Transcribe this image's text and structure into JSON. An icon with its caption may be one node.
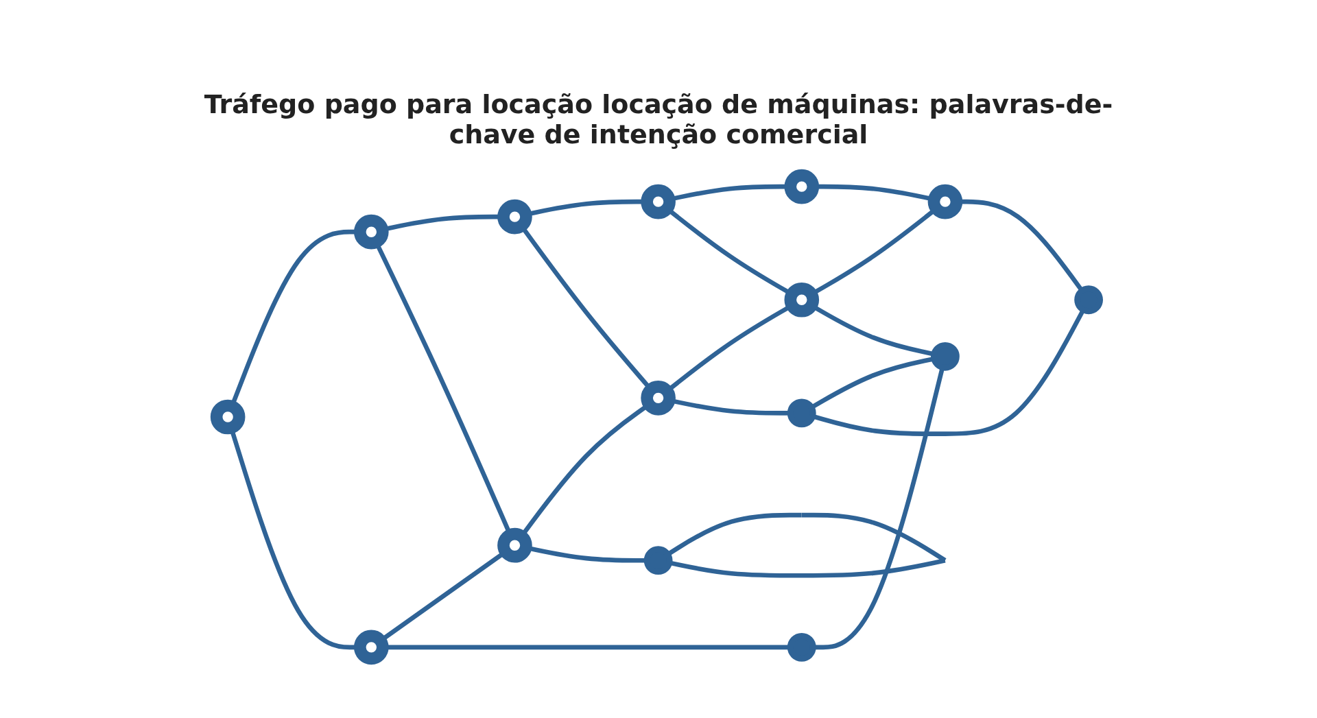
{
  "diagram": {
    "title": "Tráfego pago para locação locação de máquinas: palavras-de-chave de intenção comercial",
    "nodes": [
      {
        "text": [],
        "shape": "circle"
      },
      {
        "text": [],
        "shape": "circle"
      },
      {
        "text": [],
        "shape": "circle"
      },
      {
        "text": [],
        "shape": "circle"
      },
      {
        "text": [],
        "shape": "circle"
      },
      {
        "text": [],
        "shape": "circle"
      },
      {
        "text": [],
        "shape": "circle"
      },
      {
        "text": [],
        "shape": "circle"
      },
      {
        "text": [],
        "shape": "circle"
      },
      {
        "text": [],
        "shape": "circle"
      },
      {
        "text": [],
        "shape": "circle"
      },
      {
        "text": [],
        "shape": "circle"
      },
      {
        "text": [],
        "shape": "circle"
      },
      {
        "text": [],
        "shape": "circle"
      },
      {
        "text": [],
        "shape": "circle"
      }
    ],
    "edges": [
      {
        "from": 0,
        "to": 1,
        "arrow": "none"
      },
      {
        "from": 1,
        "to": 2,
        "arrow": "none"
      },
      {
        "from": 2,
        "to": 3,
        "arrow": "none"
      },
      {
        "from": 3,
        "to": 4,
        "arrow": "none"
      },
      {
        "from": 5,
        "to": 6,
        "arrow": "none"
      },
      {
        "from": 6,
        "to": 7,
        "arrow": "none"
      },
      {
        "from": 7,
        "to": 8,
        "arrow": "none"
      },
      {
        "from": 8,
        "to": 9,
        "arrow": "none"
      },
      {
        "from": 0,
        "to": 5,
        "arrow": "none"
      },
      {
        "from": 1,
        "to": 6,
        "arrow": "none"
      },
      {
        "from": 2,
        "to": 7,
        "arrow": "none"
      },
      {
        "from": 3,
        "to": 8,
        "arrow": "none"
      },
      {
        "from": 4,
        "to": 9,
        "arrow": "none"
      },
      {
        "from": 5,
        "to": 10,
        "arrow": "none"
      },
      {
        "from": 6,
        "to": 11,
        "arrow": "none"
      },
      {
        "from": 7,
        "to": 12,
        "arrow": "none"
      },
      {
        "from": 8,
        "to": 13,
        "arrow": "none"
      },
      {
        "from": 9,
        "to": 14,
        "arrow": "none"
      },
      {
        "from": 10,
        "to": 13,
        "arrow": "none"
      },
      {
        "from": 11,
        "to": 11,
        "arrow": "none"
      },
      {
        "from": 12,
        "to": 13,
        "arrow": "none"
      },
      {
        "from": 12,
        "to": 14,
        "arrow": "none"
      }
    ]
  }
}
